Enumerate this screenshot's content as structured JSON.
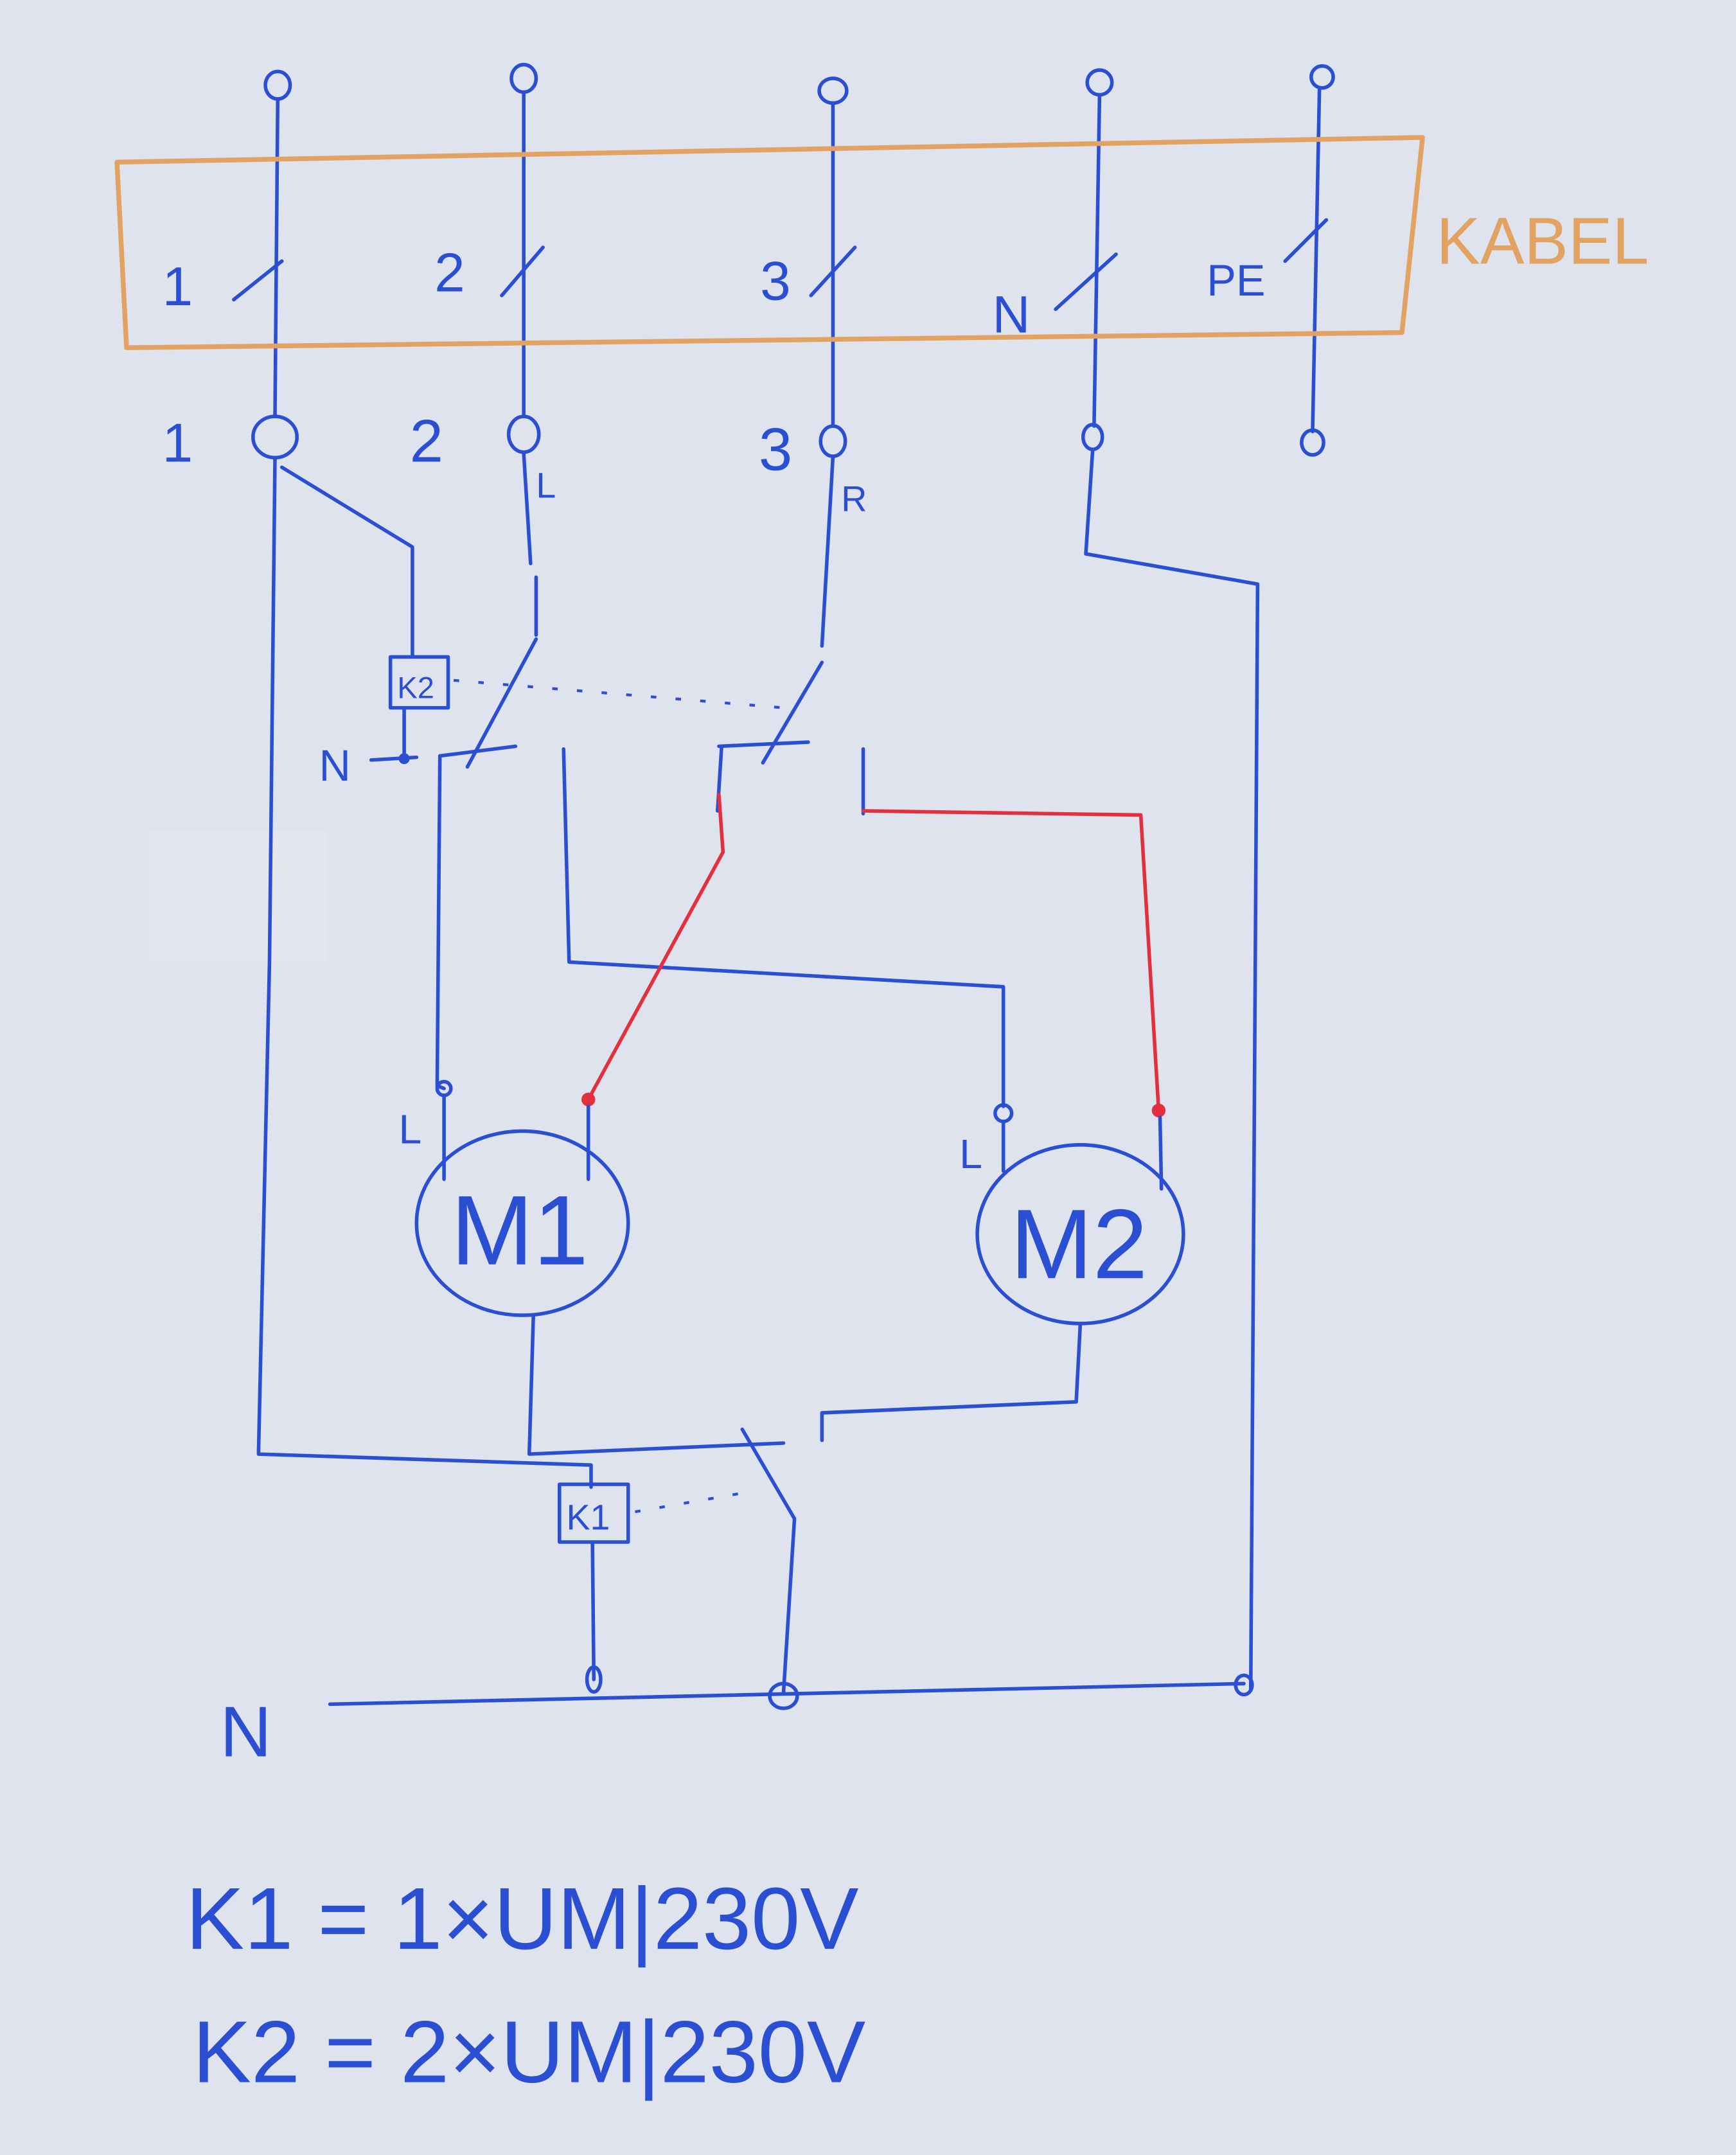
{
  "cable": {
    "title": "KABEL",
    "wires": [
      "1",
      "2",
      "3",
      "N",
      "PE"
    ]
  },
  "terminals": {
    "labels": [
      "1",
      "2",
      "3"
    ],
    "out_left": "L",
    "out_right": "R"
  },
  "relay_k2": {
    "label": "K2",
    "neutral": "N"
  },
  "relay_k1": {
    "label": "K1"
  },
  "motor1": {
    "label": "M1",
    "terminal": "L"
  },
  "motor2": {
    "label": "M2",
    "terminal": "L"
  },
  "neutral_bus": {
    "label": "N"
  },
  "legend": [
    "K1 = 1×UM|230V",
    "K2 = 2×UM|230V"
  ],
  "colors": {
    "ink": "#2b4fd3",
    "cable": "#e2a261",
    "red_wire": "#e3303e",
    "paper": "#dfe3ee"
  }
}
